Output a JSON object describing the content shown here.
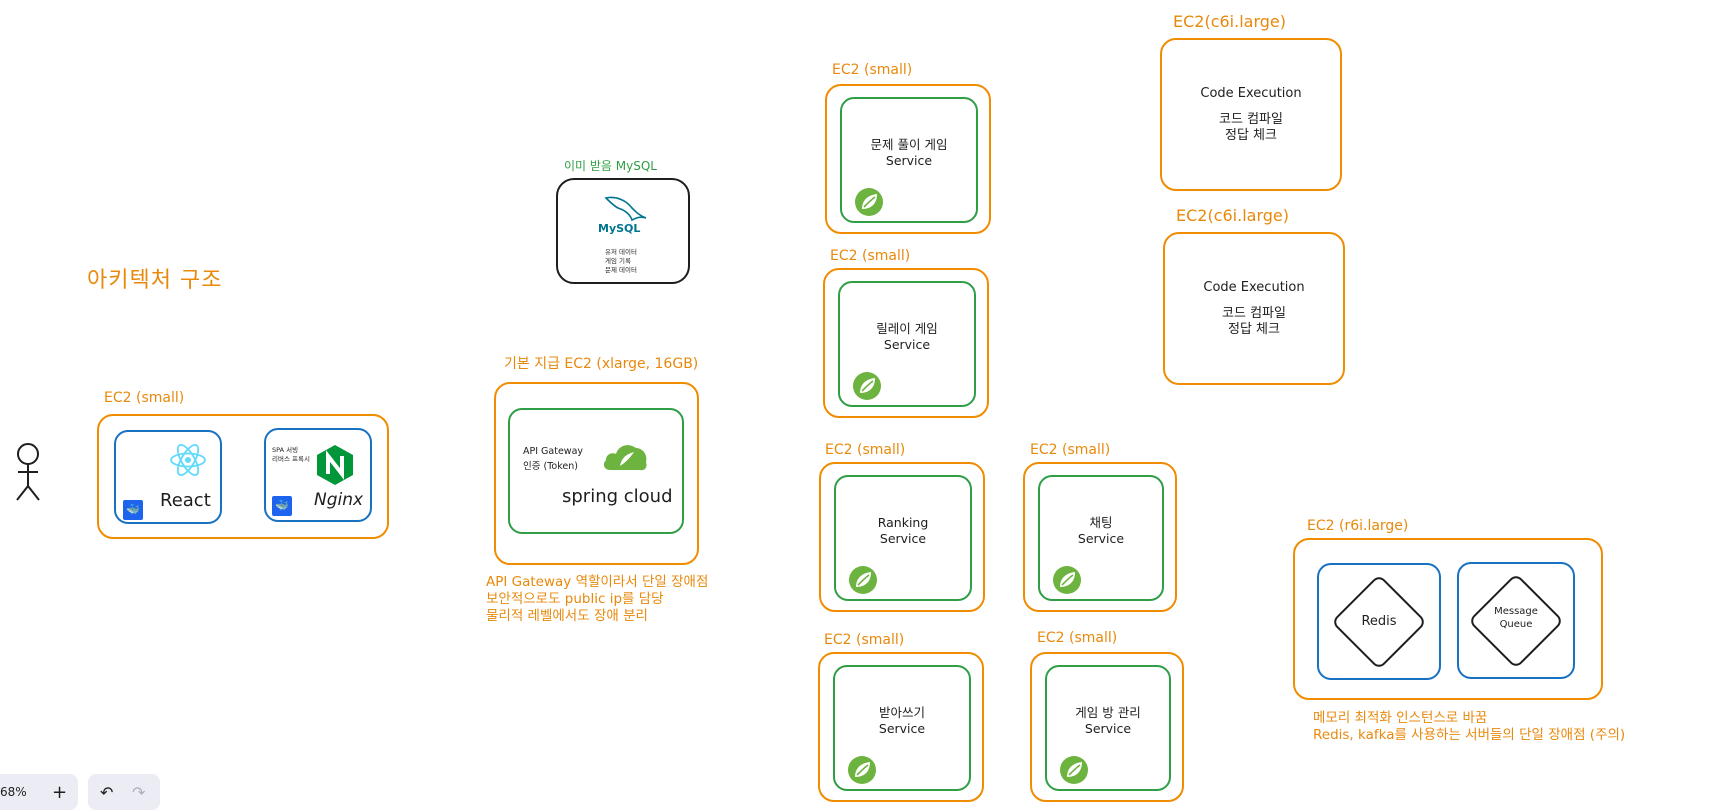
{
  "title": "아키텍처 구조",
  "frontend": {
    "label": "EC2 (small)",
    "react_label": "React",
    "nginx_label": "Nginx",
    "nginx_note_line1": "SPA 서빙",
    "nginx_note_line2": "리버스 프록시"
  },
  "mysql": {
    "label": "이미 받음 MySQL",
    "logo_text": "MySQL",
    "line1": "유저 데이터",
    "line2": "게임 기록",
    "line3": "문제 데이터"
  },
  "gateway": {
    "label": "기본 지급 EC2 (xlarge, 16GB)",
    "line1": "API Gateway",
    "line2": "인증 (Token)",
    "name": "spring cloud",
    "note_line1": "API Gateway 역할이라서 단일 장애점",
    "note_line2": "보안적으로도 public ip를 담당",
    "note_line3": "물리적 레벨에서도 장애 분리"
  },
  "services": [
    {
      "label": "EC2 (small)",
      "line1": "문제 풀이 게임",
      "line2": "Service"
    },
    {
      "label": "EC2 (small)",
      "line1": "릴레이 게임",
      "line2": "Service"
    },
    {
      "label": "EC2 (small)",
      "line1": "Ranking",
      "line2": "Service"
    },
    {
      "label": "EC2 (small)",
      "line1": "채팅",
      "line2": "Service"
    },
    {
      "label": "EC2 (small)",
      "line1": "받아쓰기",
      "line2": "Service"
    },
    {
      "label": "EC2 (small)",
      "line1": "게임 방 관리",
      "line2": "Service"
    }
  ],
  "code_exec": [
    {
      "label": "EC2(c6i.large)",
      "title": "Code Execution",
      "line1": "코드 컴파일",
      "line2": "정답 체크"
    },
    {
      "label": "EC2(c6i.large)",
      "title": "Code Execution",
      "line1": "코드 컴파일",
      "line2": "정답 체크"
    }
  ],
  "cache": {
    "label": "EC2 (r6i.large)",
    "redis": "Redis",
    "mq_line1": "Message",
    "mq_line2": "Queue",
    "note_line1": "메모리 최적화 인스턴스로 바꿈",
    "note_line2": "Redis, kafka를 사용하는 서버들의 단일 장애점 (주의)"
  },
  "toolbar": {
    "zoom": "68%",
    "zoom_in": "+",
    "undo": "↶",
    "redo": "↷"
  },
  "colors": {
    "orange": "#f08c00",
    "green": "#2f9e44",
    "blue": "#1971c2",
    "react": "#61dafb",
    "nginx": "#009639"
  }
}
